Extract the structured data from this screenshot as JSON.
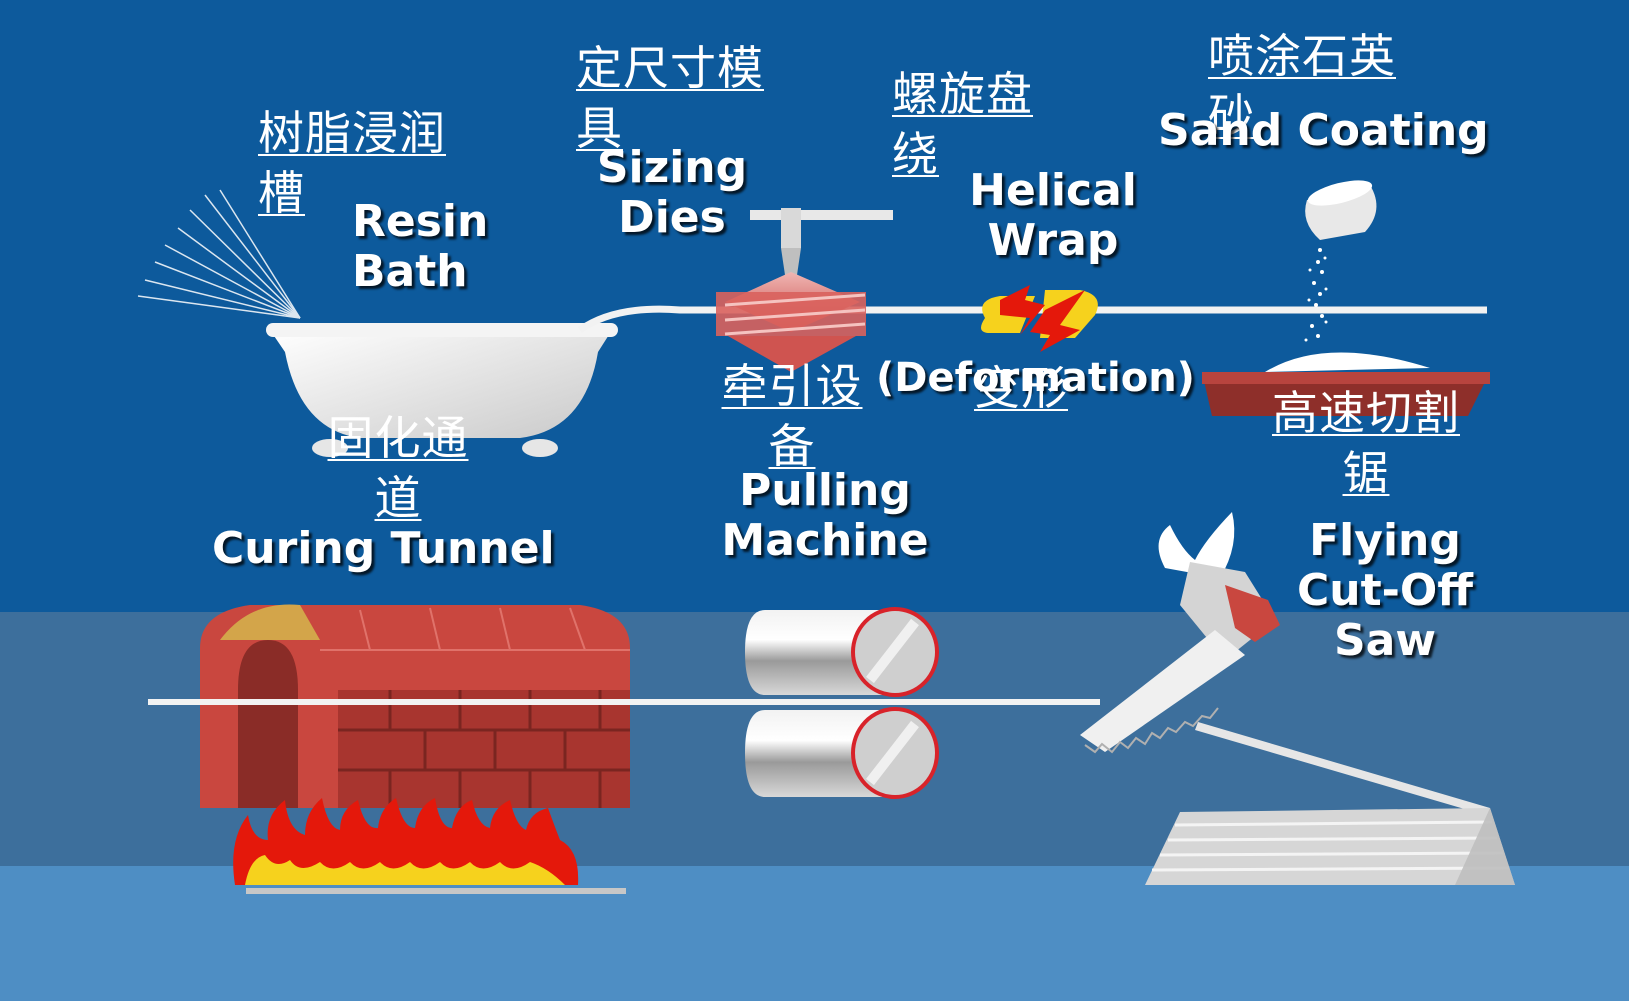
{
  "colors": {
    "bg_dark": "#0d5a9c",
    "bg_mid": "#3d6f9c",
    "bg_light": "#4e8ec4",
    "brick": "#c9473f",
    "flame": "#e4180b",
    "flame_inner": "#f6d21d"
  },
  "stages": {
    "resin_bath": {
      "zh_1": "树脂浸润",
      "zh_2": "槽",
      "en_1": "Resin",
      "en_2": "Bath"
    },
    "sizing_dies": {
      "zh_1": "定尺寸模",
      "zh_2": "具",
      "en_1": "Sizing",
      "en_2": "Dies"
    },
    "helical_wrap": {
      "zh_1": "螺旋盘",
      "zh_2": "绕",
      "en_1": "Helical",
      "en_2": "Wrap"
    },
    "sand_coating": {
      "zh_1": "喷涂石英",
      "zh_2": "砂",
      "en_1": "Sand Coating"
    },
    "deformation": {
      "en": "(Deformation)",
      "zh": "变形"
    },
    "pulling_machine": {
      "zh_1": "牵引设",
      "zh_2": "备",
      "en_1": "Pulling",
      "en_2": "Machine"
    },
    "curing_tunnel": {
      "zh_1": "固化通",
      "zh_2": "道",
      "en_1": "Curing Tunnel"
    },
    "cut_off_saw": {
      "zh_1": "高速切割",
      "zh_2": "锯",
      "en_1": "Flying",
      "en_2": "Cut-Off",
      "en_3": "Saw"
    }
  },
  "icons": [
    "fiber-strands-icon",
    "bathtub-icon",
    "sizing-die-icon",
    "helical-wrap-icon",
    "sand-pour-cup-icon",
    "curing-tunnel-icon",
    "flames-icon",
    "pulling-rollers-icon",
    "flying-saw-icon",
    "cut-pipes-stack-icon"
  ]
}
